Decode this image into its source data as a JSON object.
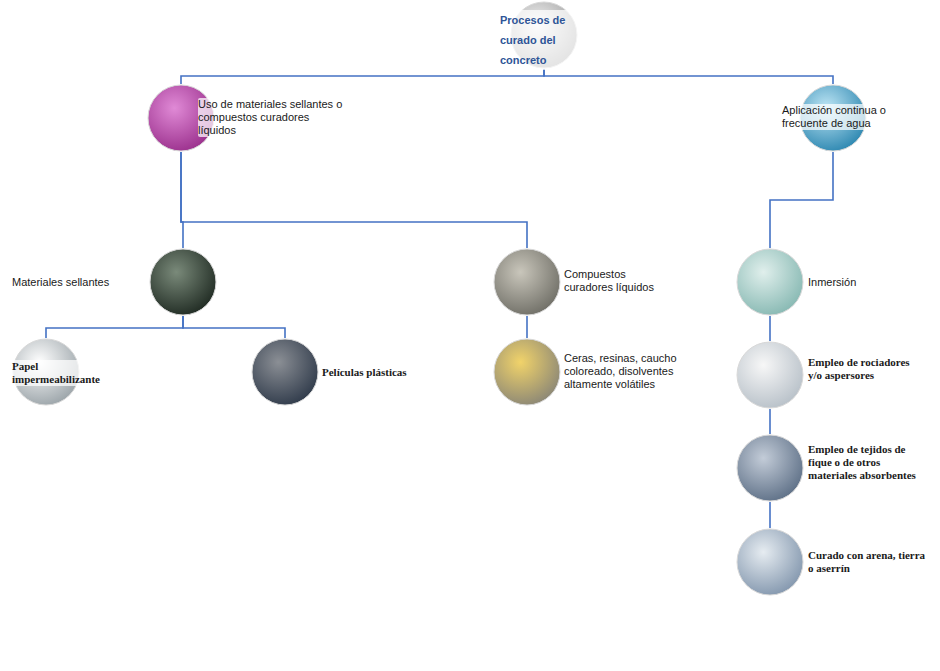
{
  "diagram": {
    "nodes": [
      {
        "text": [
          "Procesos de curado del concreto"
        ]
      },
      {
        "text": [
          "Uso de materiales sellantes o compuestos curadores líquidos"
        ]
      },
      {
        "text": [
          "Aplicación continua o frecuente de agua"
        ]
      },
      {
        "text": [
          "Materiales sellantes"
        ]
      },
      {
        "text": [
          "Compuestos curadores líquidos"
        ]
      },
      {
        "text": [
          "Inmersión"
        ]
      },
      {
        "text": [
          "Papel impermeabilizante"
        ]
      },
      {
        "text": [
          "Películas plásticas"
        ]
      },
      {
        "text": [
          "Ceras, resinas, caucho coloreado, disolventes altamente volátiles"
        ]
      },
      {
        "text": [
          "Empleo de rociadores y/o aspersores"
        ]
      },
      {
        "text": [
          "Empleo de tejidos de fique o de otros materiales absorbentes"
        ]
      },
      {
        "text": [
          "Curado con arena, tierra o aserrín"
        ]
      }
    ],
    "edges": [
      {
        "from": 0,
        "to": 1,
        "arrow": "none"
      },
      {
        "from": 0,
        "to": 2,
        "arrow": "none"
      },
      {
        "from": 1,
        "to": 3,
        "arrow": "none"
      },
      {
        "from": 1,
        "to": 4,
        "arrow": "none"
      },
      {
        "from": 3,
        "to": 6,
        "arrow": "none"
      },
      {
        "from": 3,
        "to": 7,
        "arrow": "none"
      },
      {
        "from": 4,
        "to": 8,
        "arrow": "none"
      },
      {
        "from": 2,
        "to": 5,
        "arrow": "none"
      },
      {
        "from": 5,
        "to": 9,
        "arrow": "none"
      },
      {
        "from": 9,
        "to": 10,
        "arrow": "none"
      },
      {
        "from": 10,
        "to": 11,
        "arrow": "none"
      }
    ]
  }
}
